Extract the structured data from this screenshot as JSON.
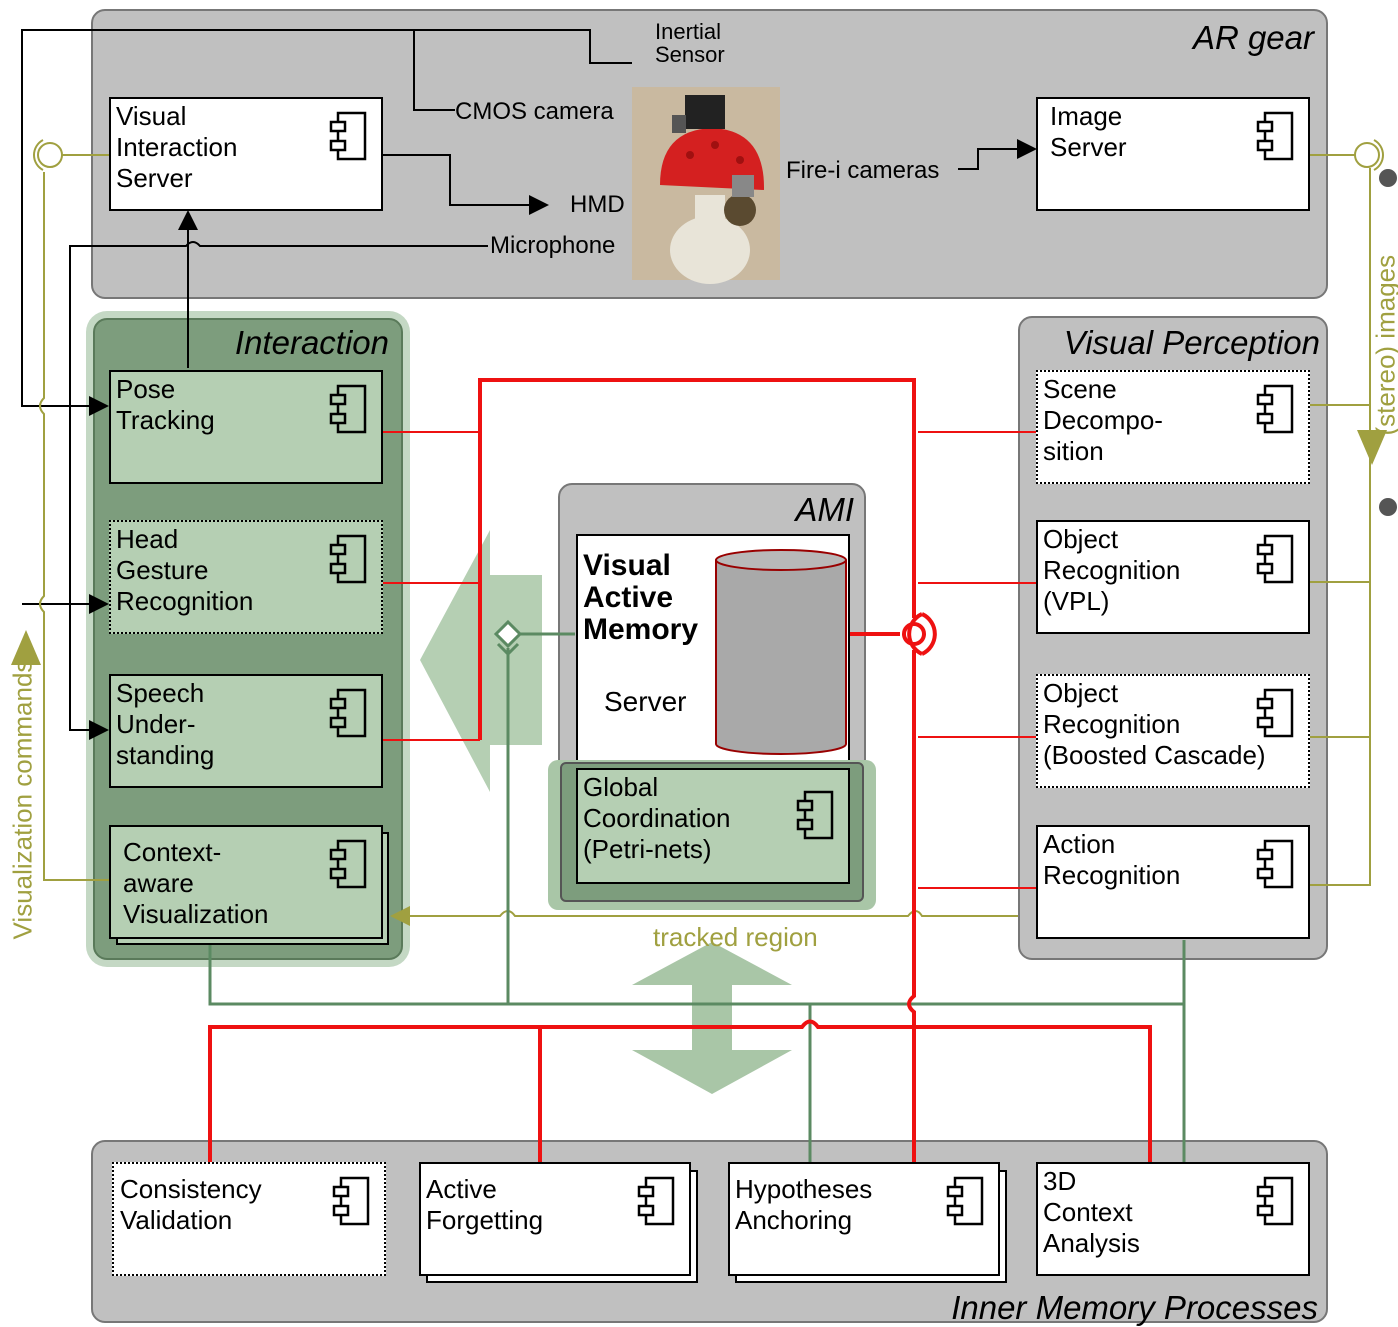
{
  "packages": {
    "ar_gear": "AR gear",
    "interaction": "Interaction",
    "visual_perception": "Visual Perception",
    "ami": "AMI",
    "inner": "Inner Memory Processes"
  },
  "components": {
    "vis": "Visual\nInteraction\nServer",
    "img": "Image\nServer",
    "pose": "Pose\nTracking",
    "head": "Head\nGesture\nRecognition",
    "speech": "Speech\nUnder-\nstanding",
    "context": "Context-\naware\nVisualization",
    "scene": "Scene\nDecompo-\nsition",
    "objvpl": "Object\nRecognition\n(VPL)",
    "objboost": "Object\nRecognition\n(Boosted Cascade)",
    "action": "Action\nRecognition",
    "vam_title": "Visual\nActive\nMemory",
    "vam_sub": "Server",
    "global": "Global\nCoordination\n(Petri-nets)",
    "consist": "Consistency\nValidation",
    "forget": "Active\nForgetting",
    "anchor": "Hypotheses\nAnchoring",
    "ctx3d": "3D\nContext\nAnalysis"
  },
  "labels": {
    "inertial": "Inertial\nSensor",
    "cmos": "CMOS camera",
    "hmd": "HMD",
    "mic": "Microphone",
    "firei": "Fire-i cameras",
    "stereo": "(stereo) images",
    "viscmd": "Visualization commands",
    "tracked": "tracked region"
  },
  "colors": {
    "red": "#ee1111",
    "green": "#5b8a62",
    "olive": "#a0a040",
    "grey_pkg": "#c0c0c0",
    "green_pkg": "#7d9d7d",
    "component_green": "#b5cfb3"
  }
}
